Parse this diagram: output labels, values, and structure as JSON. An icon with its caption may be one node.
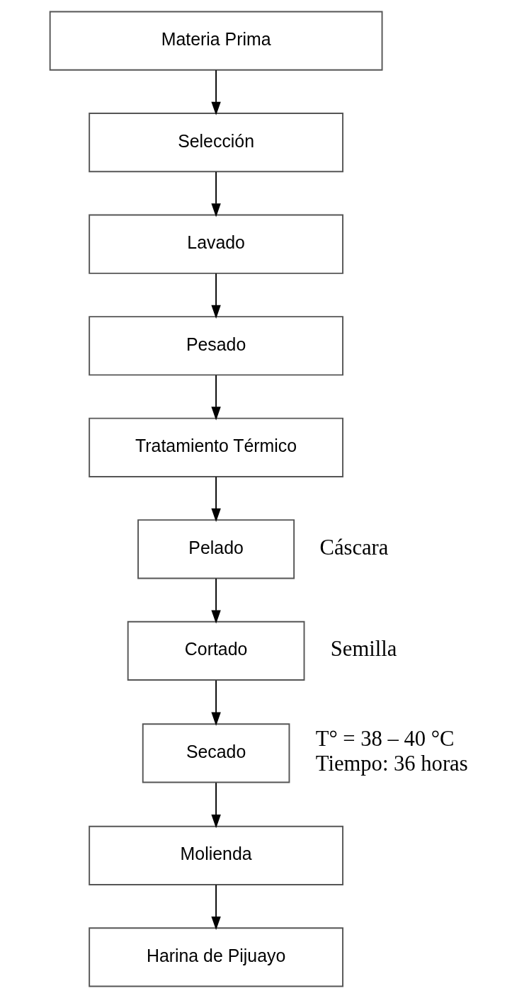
{
  "diagram": {
    "nodes": [
      {
        "text": [
          "Materia Prima"
        ]
      },
      {
        "text": [
          "Selección"
        ]
      },
      {
        "text": [
          "Lavado"
        ]
      },
      {
        "text": [
          "Pesado"
        ]
      },
      {
        "text": [
          "Tratamiento Térmico"
        ]
      },
      {
        "text": [
          "Pelado"
        ],
        "beside": [
          "Cáscara"
        ]
      },
      {
        "text": [
          "Cortado"
        ],
        "beside": [
          "Semilla"
        ]
      },
      {
        "text": [
          "Secado"
        ],
        "beside": [
          "T° = 38 – 40 °C",
          "Tiempo: 36 horas"
        ]
      },
      {
        "text": [
          "Molienda"
        ]
      },
      {
        "text": [
          "Harina de Pijuayo"
        ]
      }
    ],
    "edges": [
      {
        "from": 0,
        "to": 1,
        "arrow": "to"
      },
      {
        "from": 1,
        "to": 2,
        "arrow": "to"
      },
      {
        "from": 2,
        "to": 3,
        "arrow": "to"
      },
      {
        "from": 3,
        "to": 4,
        "arrow": "to"
      },
      {
        "from": 4,
        "to": 5,
        "arrow": "to"
      },
      {
        "from": 5,
        "to": 6,
        "arrow": "to"
      },
      {
        "from": 6,
        "to": 7,
        "arrow": "to"
      },
      {
        "from": 7,
        "to": 8,
        "arrow": "to"
      },
      {
        "from": 8,
        "to": 9,
        "arrow": "to"
      }
    ]
  }
}
